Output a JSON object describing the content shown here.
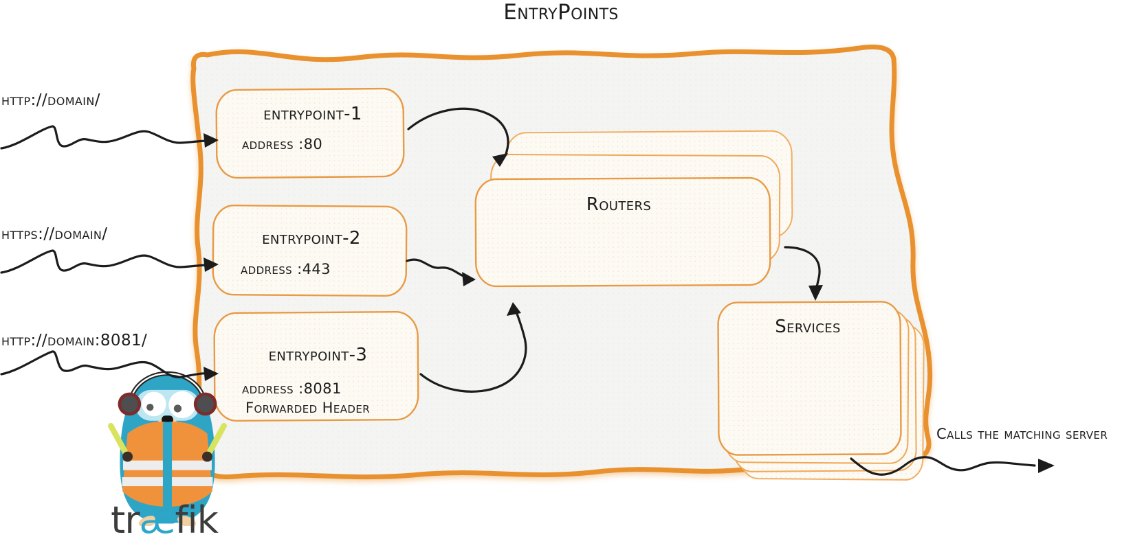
{
  "title": "EntryPoints",
  "incoming": [
    {
      "label": "http://domain/"
    },
    {
      "label": "https://domain/"
    },
    {
      "label": "http://domain:8081/"
    }
  ],
  "entrypoints": [
    {
      "name": "entrypoint-1",
      "address": "address :80"
    },
    {
      "name": "entrypoint-2",
      "address": "address :443"
    },
    {
      "name": "entrypoint-3",
      "address": "address :8081",
      "extra": "Forwarded Header"
    }
  ],
  "routers_label": "Routers",
  "services_label": "Services",
  "outgoing_label": "Calls the matching server",
  "logo": {
    "pre": "tr",
    "ae": "æ",
    "post": "fik"
  },
  "colors": {
    "container_border": "#E8912D",
    "box_border": "#E89A44",
    "box_fill": "#FDFAF4",
    "container_fill": "#F4F4F2",
    "arrow_black": "#1C1C1C",
    "traefik_teal": "#2BA7CC",
    "gopher_body": "#2FA5C6",
    "vest_orange": "#F0923B",
    "baton_green": "#D8E35F"
  }
}
